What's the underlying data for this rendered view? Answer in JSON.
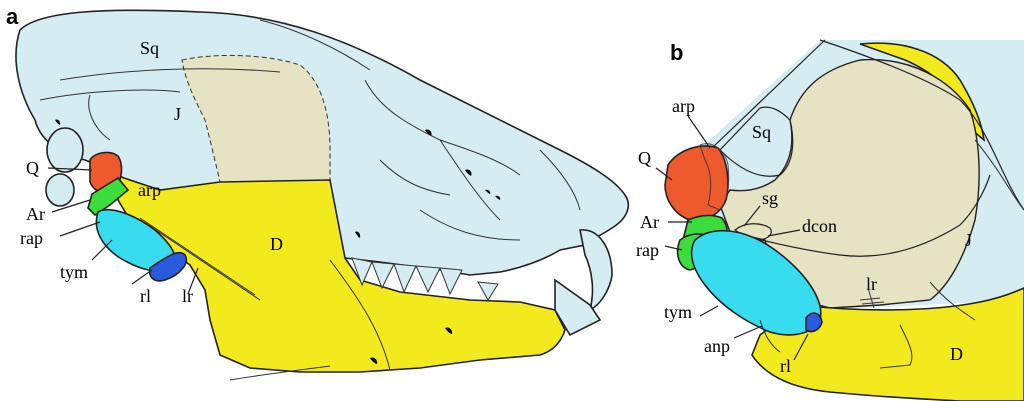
{
  "panel_a": {
    "letter": "a",
    "labels": {
      "sq": "Sq",
      "j": "J",
      "q": "Q",
      "arp": "arp",
      "ar": "Ar",
      "rap": "rap",
      "d": "D",
      "tym": "tym",
      "rl": "rl",
      "lr": "lr"
    }
  },
  "panel_b": {
    "letter": "b",
    "labels": {
      "arp": "arp",
      "sq": "Sq",
      "q": "Q",
      "sg": "sg",
      "ar": "Ar",
      "dcon": "dcon",
      "j": "J",
      "rap": "rap",
      "lr": "lr",
      "tym": "tym",
      "anp": "anp",
      "d": "D",
      "rl": "rl"
    }
  },
  "colors": {
    "squamosal": "#d4ecf2",
    "dentary": "#f3ea1d",
    "quadrate": "#ee5a2e",
    "articular": "#3bdc3b",
    "tympanic": "#38dcef",
    "reflected_lamina": "#2a5ae0",
    "overlap_tan": "#e6e2c4",
    "outline": "#222222"
  }
}
